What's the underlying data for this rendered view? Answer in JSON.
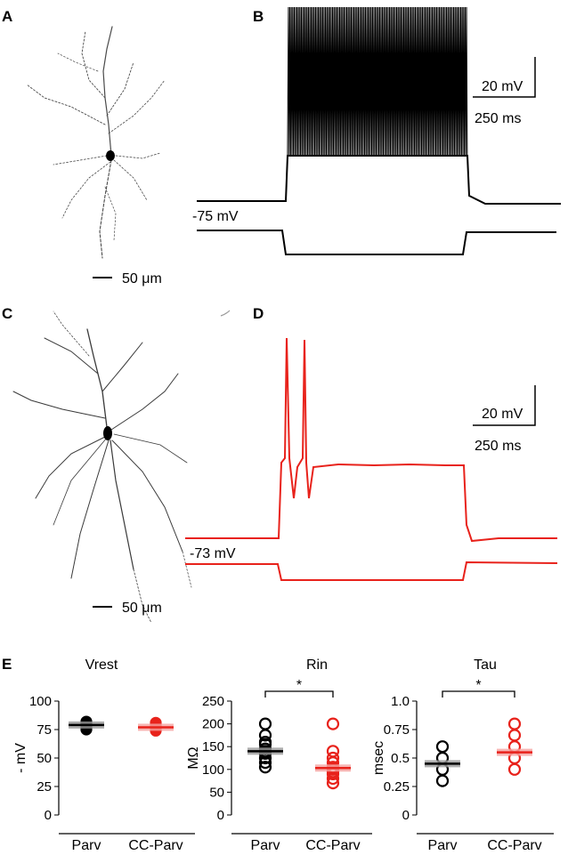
{
  "panels": {
    "A": {
      "letter": "A",
      "scalebar": "50 μm"
    },
    "B": {
      "letter": "B",
      "scale_v": "20 mV",
      "scale_t": "250 ms",
      "vrest_label": "-75 mV"
    },
    "C": {
      "letter": "C",
      "scalebar": "50 μm"
    },
    "D": {
      "letter": "D",
      "scale_v": "20 mV",
      "scale_t": "250 ms",
      "vrest_label": "-73 mV"
    },
    "E": {
      "letter": "E"
    }
  },
  "colors": {
    "parv": "#000000",
    "cc_parv": "#e8221b",
    "cc_parv_mean_band": "#f5a3a0",
    "parv_mean_band": "#9a9a9a"
  },
  "chart_data": [
    {
      "type": "scatter",
      "title": "Vrest",
      "ylabel": "- mV",
      "ylim": [
        0,
        100
      ],
      "yticks": [
        "0",
        "25",
        "50",
        "75",
        "100"
      ],
      "categories": [
        "Parv",
        "CC-Parv"
      ],
      "significance": "",
      "series": [
        {
          "name": "Parv",
          "mean": 79,
          "values": [
            75,
            76,
            77,
            78,
            79,
            80,
            81,
            82
          ]
        },
        {
          "name": "CC-Parv",
          "mean": 77,
          "values": [
            74,
            75,
            76,
            77,
            78,
            79,
            80,
            81
          ]
        }
      ]
    },
    {
      "type": "scatter",
      "title": "Rin",
      "ylabel": "MΩ",
      "ylim": [
        0,
        250
      ],
      "yticks": [
        "0",
        "50",
        "100",
        "150",
        "200",
        "250"
      ],
      "categories": [
        "Parv",
        "CC-Parv"
      ],
      "significance": "*",
      "series": [
        {
          "name": "Parv",
          "mean": 140,
          "values": [
            105,
            115,
            125,
            135,
            140,
            145,
            155,
            160,
            175,
            200
          ]
        },
        {
          "name": "CC-Parv",
          "mean": 103,
          "values": [
            70,
            80,
            90,
            95,
            100,
            105,
            115,
            125,
            140,
            200
          ]
        }
      ]
    },
    {
      "type": "scatter",
      "title": "Tau",
      "ylabel": "msec",
      "ylim": [
        0,
        1.0
      ],
      "yticks": [
        "0",
        "0.25",
        "0.5",
        "0.75",
        "1.0"
      ],
      "categories": [
        "Parv",
        "CC-Parv"
      ],
      "significance": "*",
      "series": [
        {
          "name": "Parv",
          "mean": 0.45,
          "values": [
            0.3,
            0.4,
            0.5,
            0.6
          ]
        },
        {
          "name": "CC-Parv",
          "mean": 0.55,
          "values": [
            0.4,
            0.5,
            0.6,
            0.7,
            0.8
          ]
        }
      ]
    }
  ]
}
